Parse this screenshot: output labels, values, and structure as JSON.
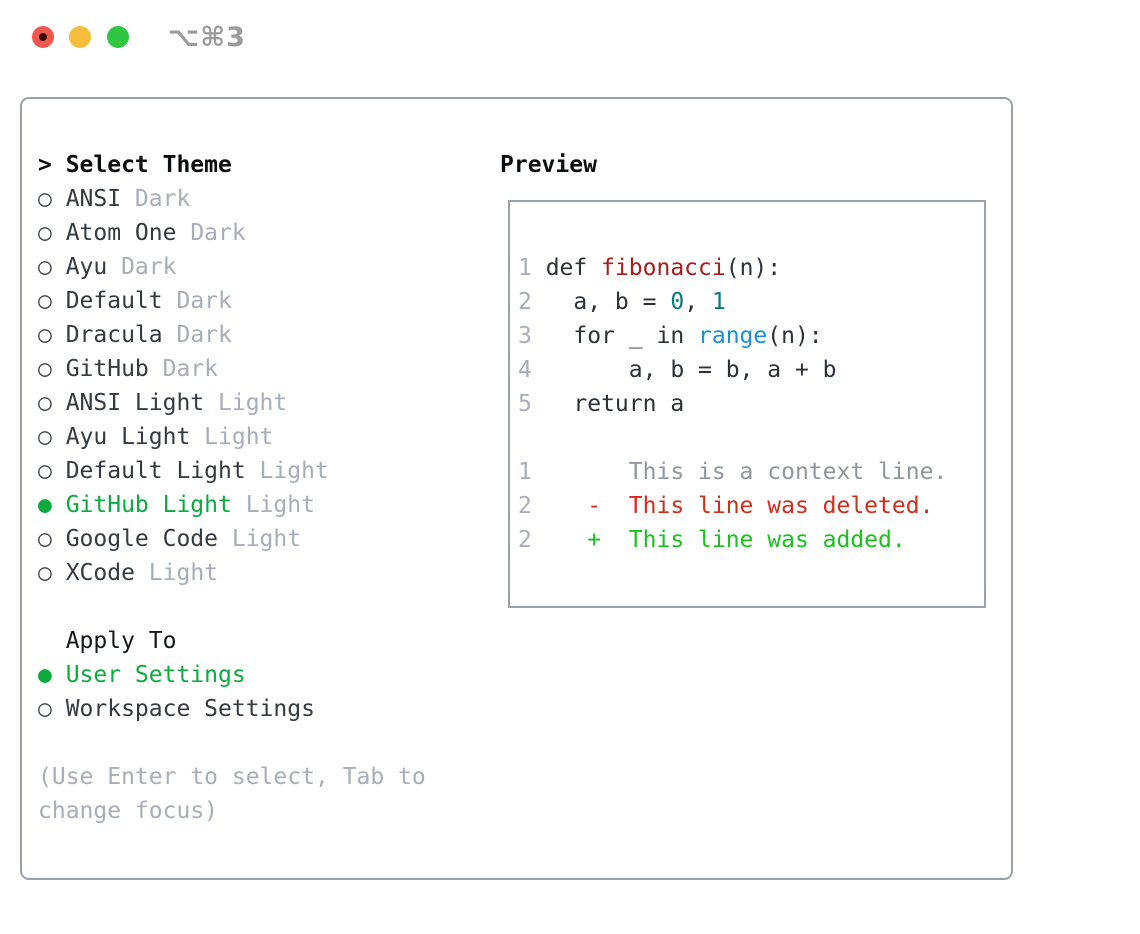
{
  "window": {
    "title": "⌥⌘3",
    "traffic_lights": {
      "close": "#f2564d",
      "minimize": "#f6bd3a",
      "zoom": "#2fc642"
    }
  },
  "icons": {
    "radio_unselected": "○",
    "radio_selected": "●",
    "focus_marker": ">"
  },
  "theme_list": {
    "header": "Select Theme",
    "items": [
      {
        "marker": "○",
        "name": "ANSI",
        "variant": "Dark",
        "selected": false
      },
      {
        "marker": "○",
        "name": "Atom One",
        "variant": "Dark",
        "selected": false
      },
      {
        "marker": "○",
        "name": "Ayu",
        "variant": "Dark",
        "selected": false
      },
      {
        "marker": "○",
        "name": "Default",
        "variant": "Dark",
        "selected": false
      },
      {
        "marker": "○",
        "name": "Dracula",
        "variant": "Dark",
        "selected": false
      },
      {
        "marker": "○",
        "name": "GitHub",
        "variant": "Dark",
        "selected": false
      },
      {
        "marker": "○",
        "name": "ANSI Light",
        "variant": "Light",
        "selected": false
      },
      {
        "marker": "○",
        "name": "Ayu Light",
        "variant": "Light",
        "selected": false
      },
      {
        "marker": "○",
        "name": "Default Light",
        "variant": "Light",
        "selected": false
      },
      {
        "marker": "●",
        "name": "GitHub Light",
        "variant": "Light",
        "selected": true
      },
      {
        "marker": "○",
        "name": "Google Code",
        "variant": "Light",
        "selected": false
      },
      {
        "marker": "○",
        "name": "XCode",
        "variant": "Light",
        "selected": false
      }
    ]
  },
  "apply_to": {
    "header": "Apply To",
    "options": [
      {
        "marker": "●",
        "label": "User Settings",
        "selected": true
      },
      {
        "marker": "○",
        "label": "Workspace Settings",
        "selected": false
      }
    ]
  },
  "hint": {
    "line1": "(Use Enter to select, Tab to",
    "line2": "change focus)"
  },
  "preview": {
    "title": "Preview",
    "code": {
      "l1": {
        "num": "1",
        "a": " def ",
        "fn": "fibonacci",
        "b": "(n):"
      },
      "l2": {
        "num": "2",
        "a": "   a, b = ",
        "n1": "0",
        "b": ", ",
        "n2": "1"
      },
      "l3": {
        "num": "3",
        "a": "   for _ in ",
        "fn": "range",
        "b": "(n):"
      },
      "l4": {
        "num": "4",
        "a": "       a, b = b, a + b"
      },
      "l5": {
        "num": "5",
        "a": "   return a"
      },
      "ctx": {
        "num": "1",
        "text": "       This is a context line."
      },
      "del": {
        "num": "2",
        "text": "    -  This line was deleted."
      },
      "add": {
        "num": "2",
        "text": "    +  This line was added."
      }
    }
  },
  "colors": {
    "selection_green": "#0daa40",
    "added_green": "#19c21d",
    "deleted_red": "#cc301c",
    "function_red": "#a5201c",
    "number_teal": "#0a7c78",
    "builtin_blue": "#1a90d0",
    "muted_gray": "#a6aeb9",
    "border_gray": "#99a2ac"
  }
}
